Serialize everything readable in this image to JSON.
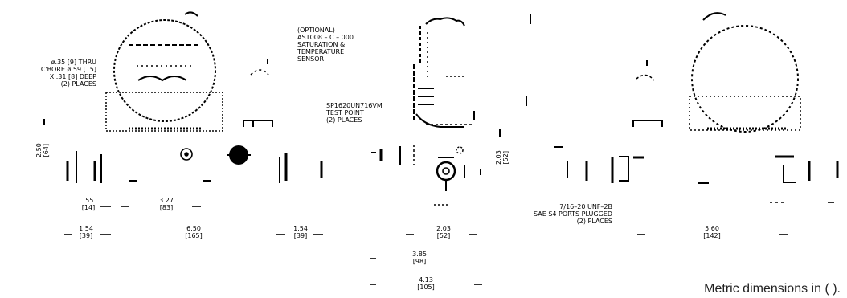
{
  "callouts": {
    "bolt_hole": "ø.35 [9] THRU\nC'BORE ø.59 [15]\nX .31 [8] DEEP\n(2) PLACES",
    "sensor": "(OPTIONAL)\nAS1008 – C – 000\nSATURATION &\nTEMPERATURE\nSENSOR",
    "test_point": "SP1620UN716VM\nTEST POINT\n(2) PLACES",
    "ports": "7/16–20 UNF–2B\nSAE S4 PORTS PLUGGED\n(2) PLACES"
  },
  "dimensions": {
    "height_250": "2.50\n[64]",
    "width_055": ".55\n[14]",
    "width_327": "3.27\n[83]",
    "width_154_left": "1.54\n[39]",
    "width_650": "6.50\n[165]",
    "width_154_right": "1.54\n[39]",
    "height_203": "2.03\n[52]",
    "width_203": "2.03\n[52]",
    "width_385": "3.85\n[98]",
    "width_413": "4.13\n[105]",
    "width_560": "5.60\n[142]"
  },
  "footnote": "Metric dimensions in ( )."
}
